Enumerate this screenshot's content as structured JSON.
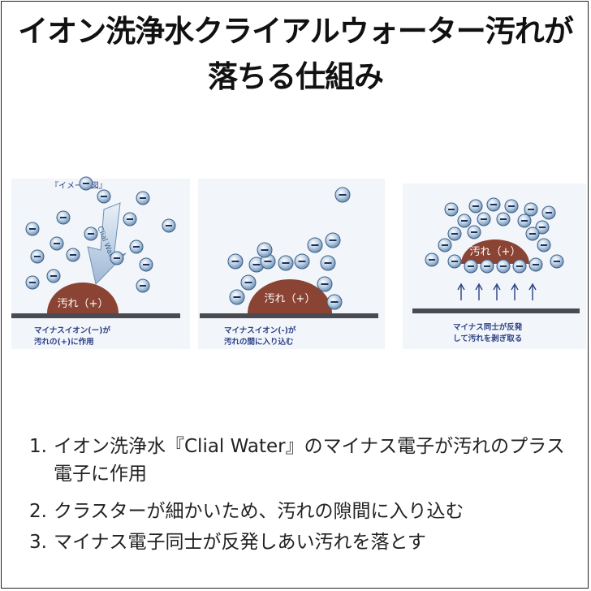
{
  "title": {
    "line1": "イオン洗浄水クライアルウォーター汚れが",
    "line2": "落ちる仕組み"
  },
  "diagram": {
    "image_label": "『イメージ図』",
    "arrow_label": "Clial Water",
    "dirt_label": "汚れ（+）",
    "ion_symbol": "−",
    "panels": [
      {
        "caption_line1": "マイナスイオン(ー)が",
        "caption_line2": "汚れの(+)に作用"
      },
      {
        "caption_line1": "マイナスイオン(-)が",
        "caption_line2": "汚れの間に入り込む"
      },
      {
        "caption_line1": "マイナス同士が反発",
        "caption_line2": "して汚れを剥ぎ取る"
      }
    ],
    "colors": {
      "ion_fill": "#a9c4dd",
      "ion_stroke": "#3d5f86",
      "dirt": "#8b4434",
      "floor": "#4a4a52",
      "panel_bg": "#f2f5f9",
      "caption": "#2b3f86"
    }
  },
  "steps": [
    {
      "number": "1.",
      "text": "イオン洗浄水『Clial Water』のマイナス電子が汚れのプラス電子に作用"
    },
    {
      "number": "2.",
      "text": "クラスターが細かいため、汚れの隙間に入り込む"
    },
    {
      "number": "3.",
      "text": "マイナス電子同士が反発しあい汚れを落とす"
    }
  ]
}
